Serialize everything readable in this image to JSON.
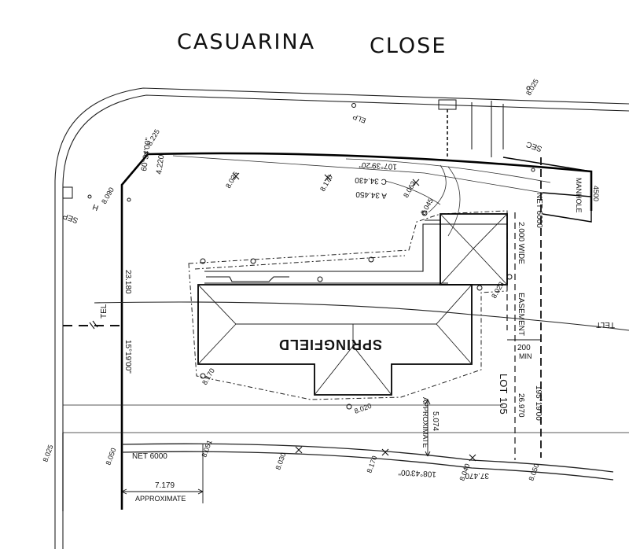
{
  "road": {
    "word1": "CASUARINA",
    "word2": "CLOSE"
  },
  "house": {
    "name": "SPRINGFIELD"
  },
  "lot": {
    "label": "LOT",
    "number": "105"
  },
  "front_boundary": {
    "bearing": "107°39'20\"",
    "chord": "C 34.430",
    "arc": "A 34.450"
  },
  "corner": {
    "bearing": "60°34'00\"",
    "length": "4.220"
  },
  "left_boundary": {
    "length": "23.180",
    "bearing": "15°19'00\""
  },
  "right_boundary": {
    "length": "26.970",
    "bearing": "195°19'00\""
  },
  "rear_boundary": {
    "bearing": "108°43'00\"",
    "length": "37.470"
  },
  "setbacks": {
    "net_left": "NET 6000",
    "net_right": "NET 6000",
    "dim_left": "7.179",
    "dim_left_note": "APPROXIMATE",
    "dim_mid": "5.074",
    "dim_mid_note": "APPROXIMATE"
  },
  "easement": {
    "width": "2.000 WIDE",
    "label": "EASEMENT",
    "min_value": "200",
    "min_unit": "MIN"
  },
  "marks": {
    "sep": "SEP",
    "h": "H",
    "elp": "ELP",
    "tel": "TEL",
    "sec": "SEC",
    "manhole": "MANHOLE",
    "tel_right": "TELT",
    "v4500": "4500"
  },
  "levels": {
    "l1": "8.225",
    "l2": "8.090",
    "l3": "8.026",
    "l4": "8.170",
    "l5": "8.063",
    "l6": "8.025",
    "l7": "8.025",
    "l8": "8.050",
    "l9": "8.051",
    "l10": "8.030",
    "l11": "8.170",
    "l12": "8.040",
    "l13": "8.050",
    "l14": "8.045",
    "l15": "8.023",
    "l16": "8.020",
    "l17": "8.170"
  }
}
